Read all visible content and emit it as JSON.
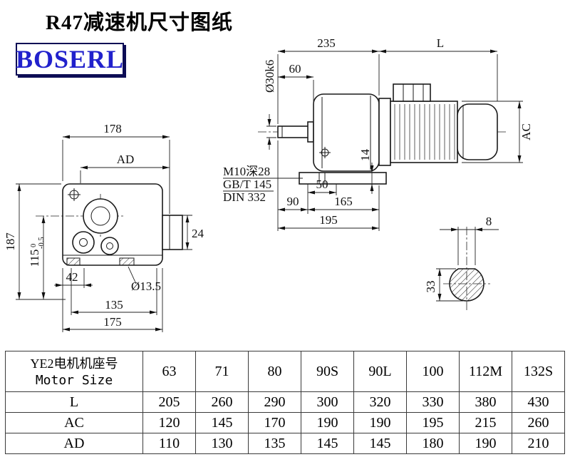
{
  "page": {
    "title": "R47减速机尺寸图纸",
    "logo_text": "BOSERL"
  },
  "colors": {
    "logo_text": "#2121cc",
    "logo_border": "#0d0d55",
    "drawing_line": "#1a1a1a"
  },
  "front_view": {
    "dim_width_top": "178",
    "dim_ad": "AD",
    "dim_height": "187",
    "dim_115": "115",
    "dim_115_tol_upper": "0",
    "dim_115_tol_lower": "-0.5",
    "dim_24": "24",
    "dim_42": "42",
    "dim_135": "135",
    "dim_175": "175",
    "dim_hole": "Ø13.5"
  },
  "side_view": {
    "dim_235": "235",
    "dim_L": "L",
    "dim_60": "60",
    "dim_shaft_dia": "Ø30k6",
    "note_thread": "M10深28",
    "note_gb": "GB/T 145",
    "note_din": "DIN 332",
    "dim_14": "14",
    "dim_50": "50",
    "dim_90": "90",
    "dim_165": "165",
    "dim_195": "195",
    "dim_ac": "AC"
  },
  "shaft_section": {
    "dim_key_width": "8",
    "dim_33": "33"
  },
  "table": {
    "header": {
      "label_cn": "YE2电机机座号",
      "label_en": "Motor Size",
      "sizes": [
        "63",
        "71",
        "80",
        "90S",
        "90L",
        "100",
        "112M",
        "132S"
      ]
    },
    "rows": [
      {
        "label": "L",
        "values": [
          "205",
          "260",
          "290",
          "300",
          "320",
          "330",
          "380",
          "430"
        ]
      },
      {
        "label": "AC",
        "values": [
          "120",
          "145",
          "170",
          "190",
          "190",
          "195",
          "215",
          "260"
        ]
      },
      {
        "label": "AD",
        "values": [
          "110",
          "130",
          "135",
          "145",
          "145",
          "180",
          "190",
          "210"
        ]
      }
    ]
  }
}
